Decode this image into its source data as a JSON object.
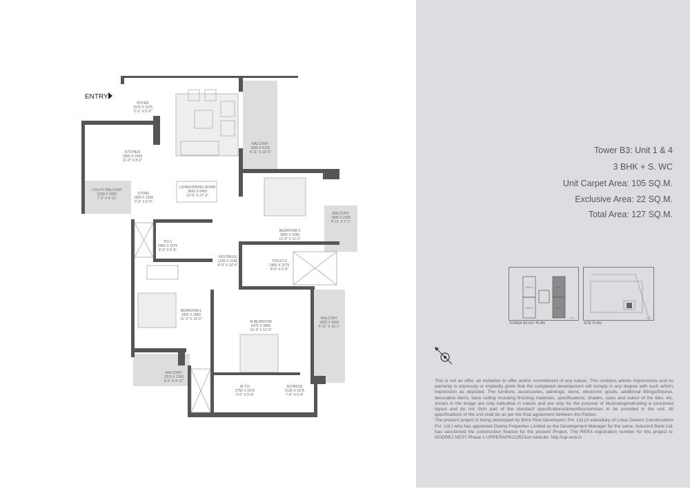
{
  "entry_label": "ENTRY",
  "rooms": {
    "foyer": {
      "name": "FOYER",
      "mm": "1575 X 1675",
      "ft": "5'-2\" X 5'-6\""
    },
    "kitchen": {
      "name": "KITCHEN",
      "mm": "3350 X 2450",
      "ft": "11'-0\" X 8'-0\""
    },
    "utility": {
      "name": "UTILITY BALCONY",
      "mm": "2150 X 1500",
      "ft": "7'-1\" X 4'-11\""
    },
    "store": {
      "name": "STORE",
      "mm": "1000 X 1835",
      "ft": "3'-3\" X 6'-0\""
    },
    "living": {
      "name": "LIVING/DINING ROOM",
      "mm": "3650 X 8450",
      "ft": "12'-0\" X 27'-2\""
    },
    "balcony1": {
      "name": "BALCONY",
      "mm": "1500 X 4125",
      "ft": "4'-11\" X 13'-6\""
    },
    "bedroom2": {
      "name": "BEDROOM-2",
      "mm": "3650 X 3350",
      "ft": "12'-0\" X 11'-0\""
    },
    "balcony2": {
      "name": "BALCONY",
      "mm": "1500 X 2150",
      "ft": "4'-11\" X 7'-1\""
    },
    "toi1": {
      "name": "TOI-1",
      "mm": "2450 X 1675",
      "ft": "8'-0\" X 5'-6\""
    },
    "vestibule": {
      "name": "VESTIBULE",
      "mm": "1225 X 3150",
      "ft": "4'-0\" X 10'-4\""
    },
    "toilet2": {
      "name": "TOILET-2",
      "mm": "2450 X 1675",
      "ft": "8'-0\" X 5'-6\""
    },
    "bedroom1": {
      "name": "BEDROOM-1",
      "mm": "3425 X 3960",
      "ft": "11'-3\" X 13'-0\""
    },
    "mbedroom": {
      "name": "M.BEDROOM",
      "mm": "4375 X 3800",
      "ft": "14'-4\" X 12'-6\""
    },
    "balcony3": {
      "name": "BALCONY",
      "mm": "1500 X 4000",
      "ft": "4'-11\" X 13'-1\""
    },
    "balcony4": {
      "name": "BALCONY",
      "mm": "2575 X 1500",
      "ft": "8'-5\" X 4'-11\""
    },
    "mtoi": {
      "name": "M.TOI",
      "mm": "2750 X 1675",
      "ft": "9'-0\" X 5'-6\""
    },
    "mdress": {
      "name": "M.DRESS",
      "mm": "2125 X 1675",
      "ft": "7'-0\" X 5'-6\""
    }
  },
  "specs": {
    "tower": "Tower B3: Unit 1 & 4",
    "config": "3 BHK + S. WC",
    "carpet": "Unit Carpet Area: 105 SQ.M.",
    "exclusive": "Exclusive Area: 22 SQ.M.",
    "total": "Total Area: 127 SQ.M."
  },
  "key_plan": {
    "label": "TOWER B3 KEY PLAN",
    "units": [
      "UNIT-3",
      "UNIT-4",
      "UNIT-2",
      "UNIT-1"
    ],
    "highlight": "#8a8a8a",
    "nts": "N.T.S"
  },
  "site_plan": {
    "label": "SITE PLAN",
    "nts": "N.T.S"
  },
  "compass_icon": "compass-icon",
  "disclaimer": [
    "This is not an offer, an invitation to offer and/or commitment of any nature. This contains artistic impressions and no warranty is expressly or impliedly given that the completed development will comply in any degree with such artist's impression as depicted. The furniture, accessories, paintings, items, electronic goods, additional fittings/fixtures, decorative items, false ceiling including finishing materials, specifications, shades, sizes and colour of the tiles, etc. shown in the image are only indicative in nature and are only for the purpose of illustrating/indicating a conceived layout and do not form part of the standard specifications/amenities/services to be provided in the unit. All specifications of the unit shall be as per the final agreement between the Parties.",
    "The present project is being developed by Brick Rise Developers Pvt. Ltd.(A subsidiary of Lotus Greens Constructions Pvt. Ltd.) who has appointed Godrej Properties Limited as the Development Manager for the same. IndusInd Bank Ltd. has sanctioned the construction finance for the present Project. The RERA registration number for this project is: GODREJ NEST Phase 1 UPRERAPRJ13521on website- http://up-rera.in"
  ]
}
